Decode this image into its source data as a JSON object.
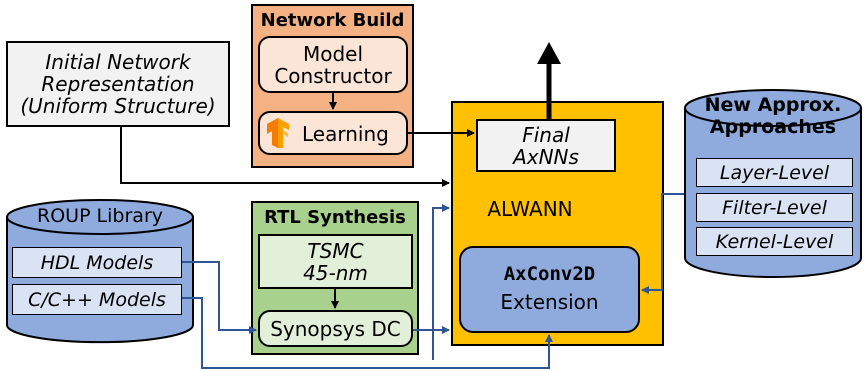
{
  "colors": {
    "network_build_bg": "#f4b183",
    "network_build_inner": "#fbe5d6",
    "rtl_synthesis_bg": "#a9d18e",
    "rtl_synthesis_inner": "#e2f0d9",
    "alwann_bg": "#ffc000",
    "library_blue": "#8faadc",
    "library_inner": "#dae3f3",
    "input_box_bg": "#f2f2f2",
    "arrow_blue": "#2f5597",
    "arrow_black": "#000000"
  },
  "initial_network": {
    "text": "Initial Network\nRepresentation\n(Uniform Structure)"
  },
  "network_build": {
    "title": "Network Build",
    "model_constructor": "Model\nConstructor",
    "learning": "Learning",
    "learning_icon": "tensorflow-icon"
  },
  "alwann": {
    "label": "ALWANN",
    "final": "Final\nAxNNs",
    "axconv_code": "AxConv2D",
    "axconv_ext": "Extension"
  },
  "rtl_synthesis": {
    "title": "RTL Synthesis",
    "tsmc": "TSMC\n45-nm",
    "synopsys": "Synopsys DC"
  },
  "roup_library": {
    "title": "ROUP Library",
    "items": [
      "HDL Models",
      "C/C++ Models"
    ]
  },
  "new_approx": {
    "title": "New Approx.\nApproaches",
    "items": [
      "Layer-Level",
      "Filter-Level",
      "Kernel-Level"
    ]
  }
}
